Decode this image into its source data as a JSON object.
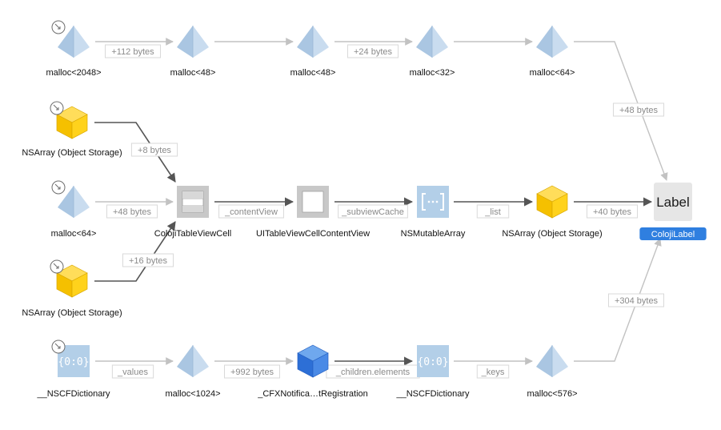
{
  "colors": {
    "edge_dark": "#555555",
    "edge_light": "#c2c2c2",
    "selected": "#2f7fe0"
  },
  "nodes": [
    {
      "id": "n_malloc2048",
      "label": "malloc<2048>",
      "icon": "malloc-pyramid-icon",
      "root": true
    },
    {
      "id": "n_malloc48a",
      "label": "malloc<48>",
      "icon": "malloc-pyramid-icon"
    },
    {
      "id": "n_malloc48b",
      "label": "malloc<48>",
      "icon": "malloc-pyramid-icon"
    },
    {
      "id": "n_malloc32",
      "label": "malloc<32>",
      "icon": "malloc-pyramid-icon"
    },
    {
      "id": "n_malloc64top",
      "label": "malloc<64>",
      "icon": "malloc-pyramid-icon"
    },
    {
      "id": "n_nsarray1",
      "label": "NSArray (Object Storage)",
      "icon": "object-cube-icon",
      "root": true
    },
    {
      "id": "n_malloc64mid",
      "label": "malloc<64>",
      "icon": "malloc-pyramid-icon",
      "root": true
    },
    {
      "id": "n_cell",
      "label": "ColojiTableViewCell",
      "icon": "table-cell-icon"
    },
    {
      "id": "n_content",
      "label": "UITableViewCellContentView",
      "icon": "view-square-icon"
    },
    {
      "id": "n_mutarray",
      "label": "NSMutableArray",
      "icon": "array-brackets-icon"
    },
    {
      "id": "n_nsarray_mid",
      "label": "NSArray (Object Storage)",
      "icon": "object-cube-icon"
    },
    {
      "id": "n_label",
      "label": "ColojiLabel",
      "icon": "label-icon",
      "icon_text": "Label",
      "selected": true
    },
    {
      "id": "n_nsarray2",
      "label": "NSArray (Object Storage)",
      "icon": "object-cube-icon",
      "root": true
    },
    {
      "id": "n_dict1",
      "label": "__NSCFDictionary",
      "icon": "dictionary-icon",
      "icon_text": "{0:0}",
      "root": true
    },
    {
      "id": "n_malloc1024",
      "label": "malloc<1024>",
      "icon": "malloc-pyramid-icon"
    },
    {
      "id": "n_cfx",
      "label": "_CFXNotifica…tRegistration",
      "icon": "blue-cube-icon"
    },
    {
      "id": "n_dict2",
      "label": "__NSCFDictionary",
      "icon": "dictionary-icon",
      "icon_text": "{0:0}"
    },
    {
      "id": "n_malloc576",
      "label": "malloc<576>",
      "icon": "malloc-pyramid-icon"
    }
  ],
  "edges": [
    {
      "from": "n_malloc2048",
      "to": "n_malloc48a",
      "label": "+112 bytes",
      "style": "light"
    },
    {
      "from": "n_malloc48a",
      "to": "n_malloc48b",
      "label": "",
      "style": "light"
    },
    {
      "from": "n_malloc48b",
      "to": "n_malloc32",
      "label": "+24 bytes",
      "style": "light"
    },
    {
      "from": "n_malloc32",
      "to": "n_malloc64top",
      "label": "",
      "style": "light"
    },
    {
      "from": "n_malloc64top",
      "to": "n_label",
      "label": "+48 bytes",
      "style": "light"
    },
    {
      "from": "n_nsarray1",
      "to": "n_cell",
      "label": "+8 bytes",
      "style": "dark"
    },
    {
      "from": "n_malloc64mid",
      "to": "n_cell",
      "label": "+48 bytes",
      "style": "light"
    },
    {
      "from": "n_nsarray2",
      "to": "n_cell",
      "label": "+16 bytes",
      "style": "dark"
    },
    {
      "from": "n_cell",
      "to": "n_content",
      "label": "_contentView",
      "style": "dark"
    },
    {
      "from": "n_content",
      "to": "n_mutarray",
      "label": "_subviewCache",
      "style": "dark"
    },
    {
      "from": "n_mutarray",
      "to": "n_nsarray_mid",
      "label": "_list",
      "style": "dark"
    },
    {
      "from": "n_nsarray_mid",
      "to": "n_label",
      "label": "+40 bytes",
      "style": "dark"
    },
    {
      "from": "n_dict1",
      "to": "n_malloc1024",
      "label": "_values",
      "style": "light"
    },
    {
      "from": "n_malloc1024",
      "to": "n_cfx",
      "label": "+992 bytes",
      "style": "light"
    },
    {
      "from": "n_cfx",
      "to": "n_dict2",
      "label": "_children.elements",
      "style": "dark"
    },
    {
      "from": "n_dict2",
      "to": "n_malloc576",
      "label": "_keys",
      "style": "light"
    },
    {
      "from": "n_malloc576",
      "to": "n_label",
      "label": "+304 bytes",
      "style": "light"
    }
  ]
}
